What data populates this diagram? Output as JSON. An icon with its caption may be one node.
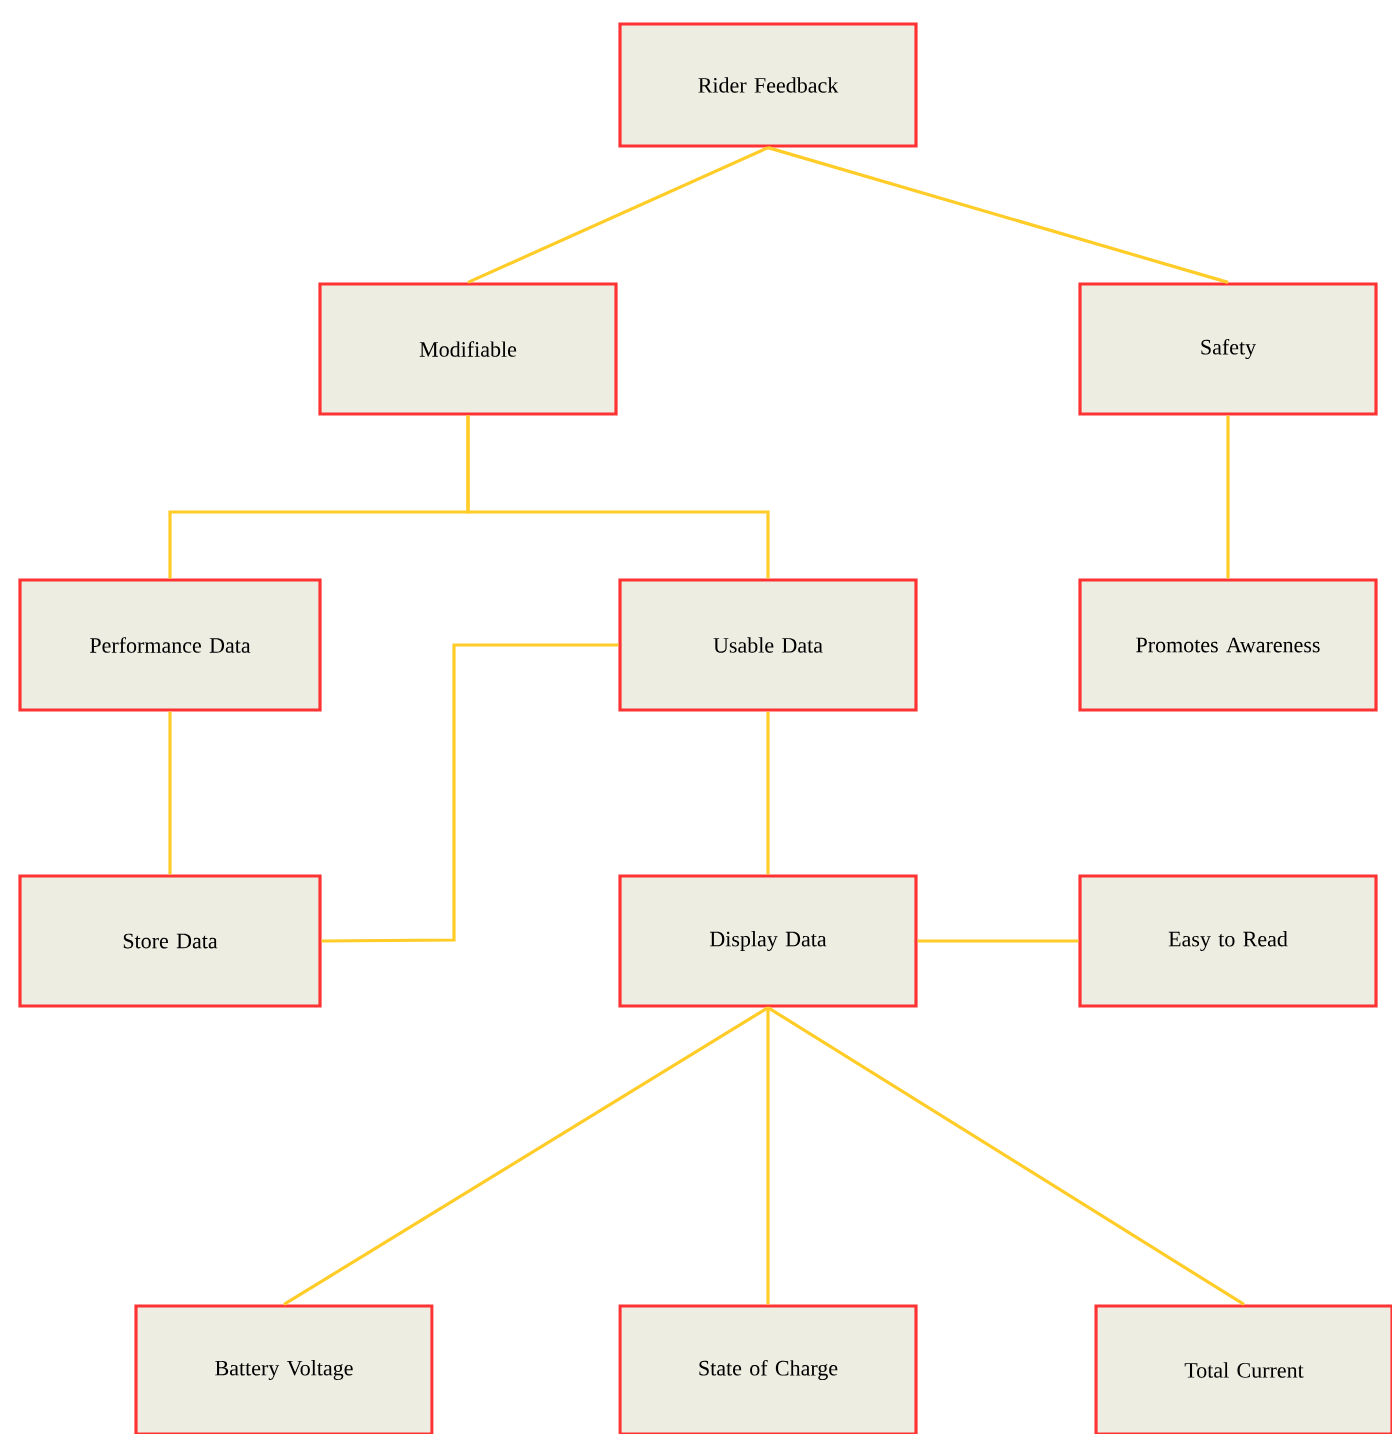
{
  "diagram": {
    "nodes": [
      {
        "text": [
          "Rider Feedback"
        ]
      },
      {
        "text": [
          "Modifiable"
        ]
      },
      {
        "text": [
          "Safety"
        ]
      },
      {
        "text": [
          "Performance Data"
        ]
      },
      {
        "text": [
          "Usable Data"
        ]
      },
      {
        "text": [
          "Promotes Awareness"
        ]
      },
      {
        "text": [
          "Store Data"
        ]
      },
      {
        "text": [
          "Display Data"
        ]
      },
      {
        "text": [
          "Easy to Read"
        ]
      },
      {
        "text": [
          "Battery Voltage"
        ]
      },
      {
        "text": [
          "State of Charge"
        ]
      },
      {
        "text": [
          "Total Current"
        ]
      }
    ],
    "edges": [
      {
        "from": 0,
        "to": 1,
        "arrow": "none"
      },
      {
        "from": 0,
        "to": 2,
        "arrow": "none"
      },
      {
        "from": 1,
        "to": 3,
        "arrow": "none"
      },
      {
        "from": 1,
        "to": 4,
        "arrow": "none"
      },
      {
        "from": 2,
        "to": 5,
        "arrow": "none"
      },
      {
        "from": 3,
        "to": 6,
        "arrow": "none"
      },
      {
        "from": 6,
        "to": 4,
        "arrow": "none"
      },
      {
        "from": 4,
        "to": 7,
        "arrow": "none"
      },
      {
        "from": 7,
        "to": 8,
        "arrow": "none"
      },
      {
        "from": 7,
        "to": 9,
        "arrow": "none"
      },
      {
        "from": 7,
        "to": 10,
        "arrow": "none"
      },
      {
        "from": 7,
        "to": 11,
        "arrow": "none"
      }
    ]
  }
}
